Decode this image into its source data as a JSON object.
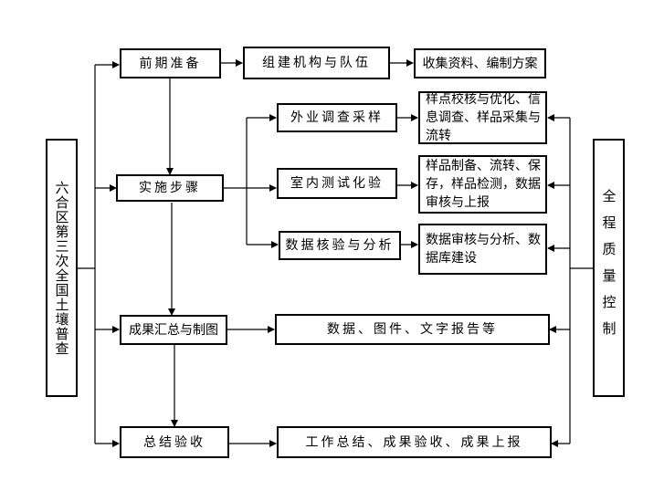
{
  "left_title": "六合区第三次全国土壤普查",
  "right_title": "全程质量控制",
  "phases": {
    "prep": "前期准备",
    "implement": "实施步骤",
    "summary": "成果汇总与制图",
    "accept": "总结验收"
  },
  "prep_steps": {
    "org": "组建机构与队伍",
    "collect": "收集资料、编制方案"
  },
  "impl_steps": {
    "field": "外业调查采样",
    "lab": "室内测试化验",
    "analysis": "数据核验与分析"
  },
  "impl_details": {
    "field": "样点校核与优化、信息调查、样品采集与流转",
    "lab": "样品制备、流转、保存，样品检测，数据审核与上报",
    "analysis": "数据审核与分析、数据库建设"
  },
  "outputs": {
    "summary": "数据、图件、文字报告等",
    "accept": "工作总结、成果验收、成果上报"
  }
}
